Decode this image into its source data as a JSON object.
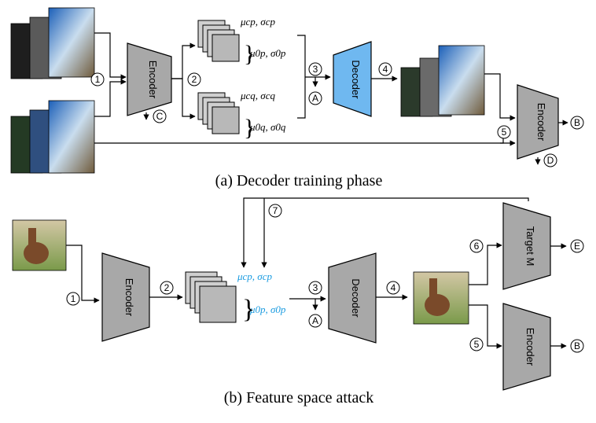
{
  "captions": {
    "a": "(a) Decoder training phase",
    "b": "(b) Feature space attack"
  },
  "blocks": {
    "encoder": "Encoder",
    "decoder": "Decoder",
    "target": "Target M"
  },
  "steps": [
    "1",
    "2",
    "3",
    "4",
    "5",
    "6",
    "7"
  ],
  "outputs": {
    "A": "A",
    "B": "B",
    "C": "C",
    "D": "D",
    "E": "E"
  },
  "stats": {
    "p_c": "μcp, σcp",
    "p_0": "μ0p, σ0p",
    "q_c": "μcq, σcq",
    "q_0": "μ0q, σ0q"
  },
  "colors": {
    "decoder_top": "#6fb8f0",
    "block": "#a8a8a8",
    "highlight_stats": "#1a9be0"
  }
}
